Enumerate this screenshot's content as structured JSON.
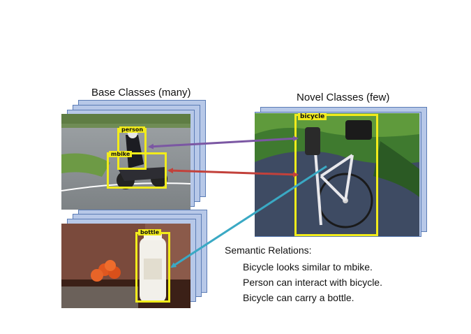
{
  "diagram": {
    "base_title": "Base Classes (many)",
    "novel_title": "Novel Classes (few)",
    "labels": {
      "person": "person",
      "mbike": "mbike",
      "bottle": "bottle",
      "bicycle": "bicycle"
    },
    "semantic_relations": {
      "heading": "Semantic Relations:",
      "items": [
        "Bicycle looks similar to mbike.",
        "Person can interact with bicycle.",
        "Bicycle can carry a bottle."
      ]
    },
    "colors": {
      "bbox": "#f2ec1b",
      "stack_fill": "#b7c8e8",
      "stack_border": "#5b7cb5",
      "arrow_person": "#7b57a3",
      "arrow_mbike": "#c2413b",
      "arrow_bottle": "#3aa9c4"
    }
  }
}
